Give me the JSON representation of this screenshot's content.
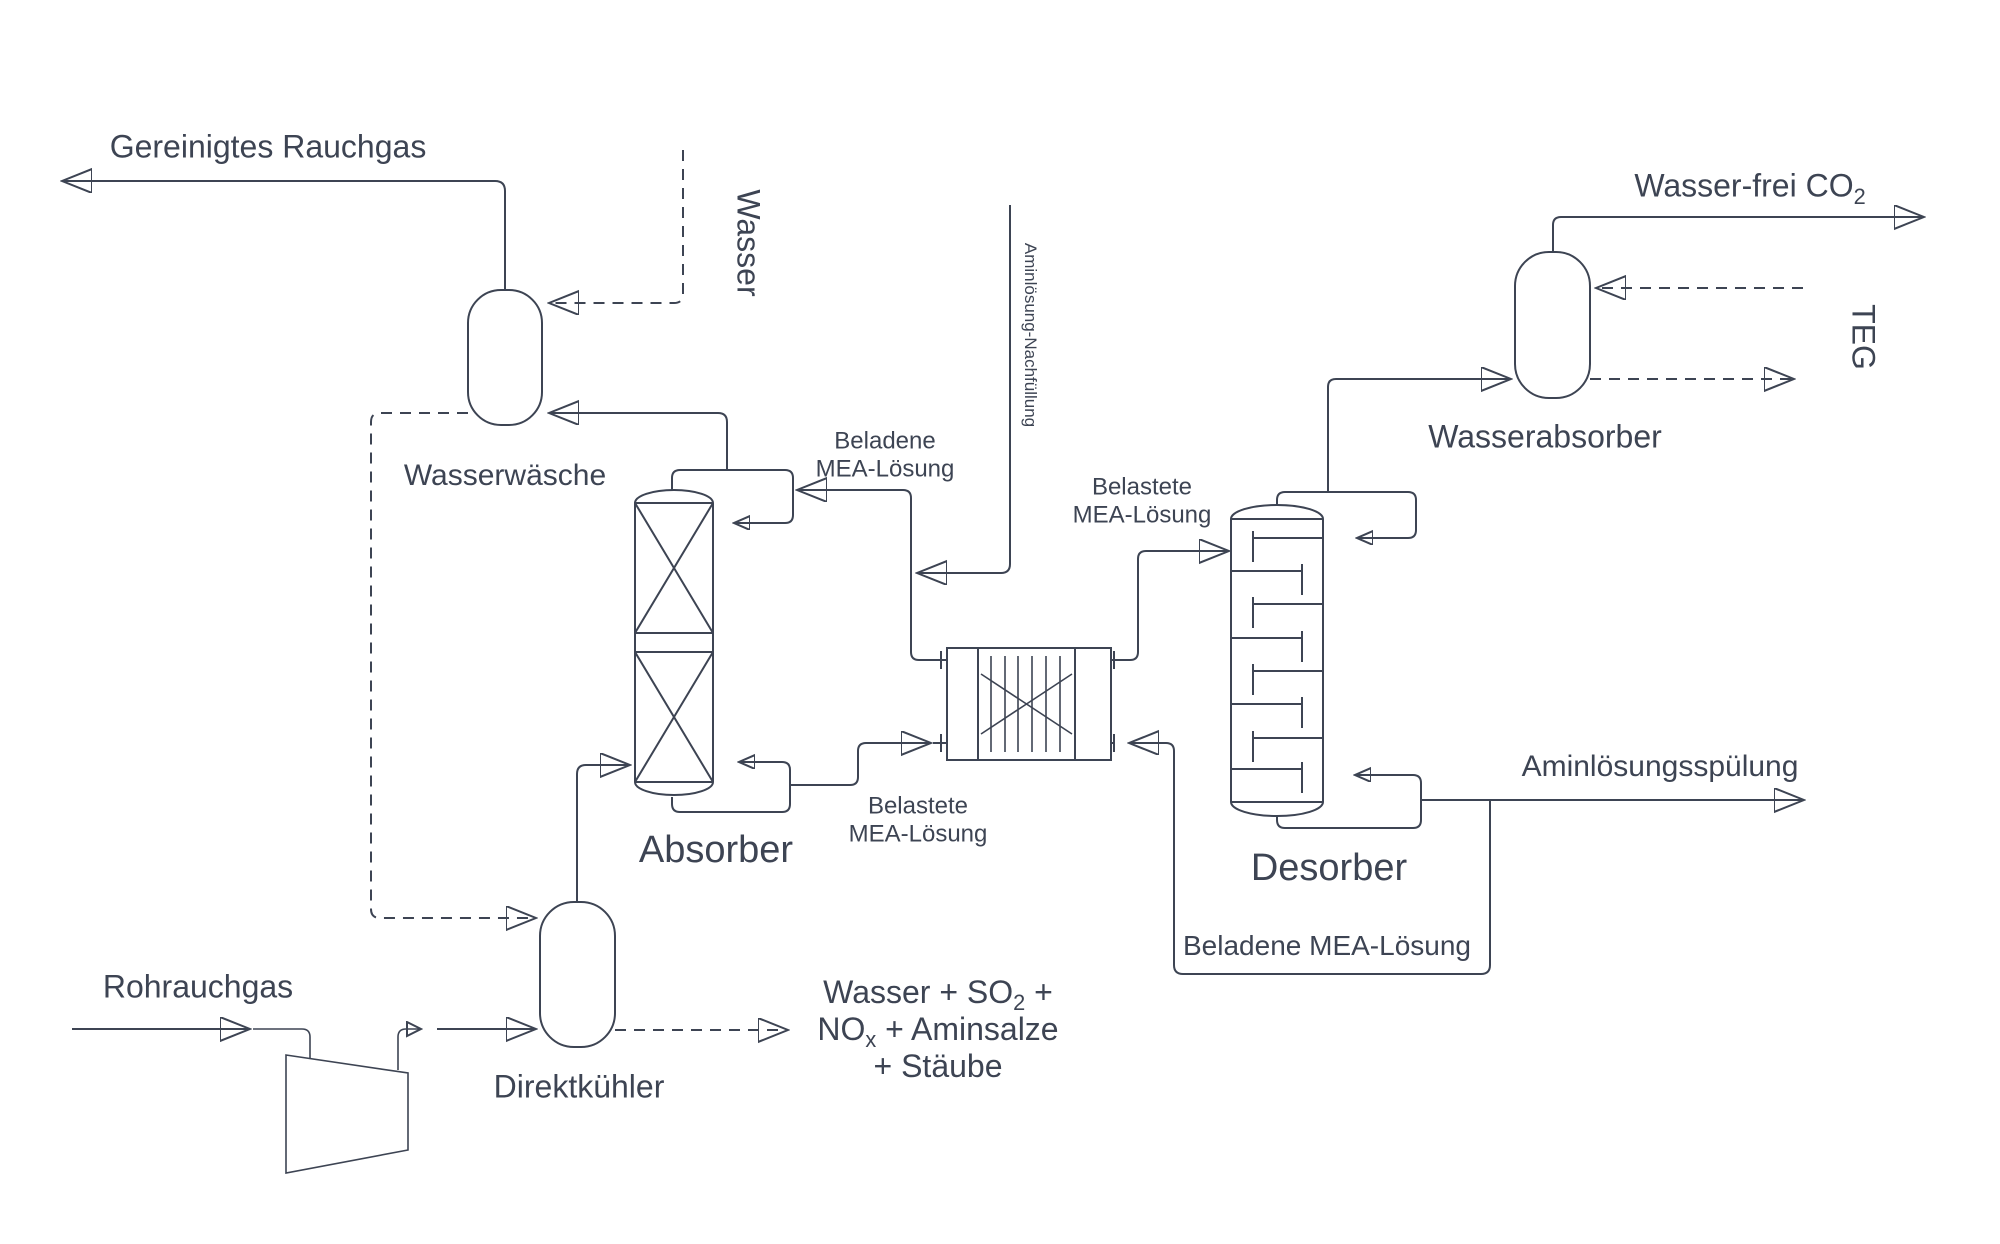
{
  "colors": {
    "ink": "#3d4453",
    "background": "#ffffff"
  },
  "labels": {
    "gereinigtes_rauchgas": "Gereinigtes Rauchgas",
    "wasser": "Wasser",
    "wasserwaesche": "Wasserwäsche",
    "beladene_top": {
      "line1": "Beladene",
      "line2": "MEA-Lösung"
    },
    "aminloesung_nachfuellung": "Aminlösung-Nachfüllung",
    "belastete_top": {
      "line1": "Belastete",
      "line2": "MEA-Lösung"
    },
    "absorber": "Absorber",
    "belastete_bottom": {
      "line1": "Belastete",
      "line2": "MEA-Lösung"
    },
    "desorber": "Desorber",
    "wasserabsorber": "Wasserabsorber",
    "wasser_frei_co2": {
      "pre": "Wasser-frei CO",
      "sub": "2"
    },
    "teg": "TEG",
    "aminloesungsspuelung": "Aminlösungsspülung",
    "beladene_bottom": "Beladene MEA-Lösung",
    "abgas": {
      "line1_pre": "Wasser + SO",
      "line1_sub": "2",
      "line1_post": " +",
      "line2_pre": "NO",
      "line2_sub": "x",
      "line2_post": " + Aminsalze",
      "line3": "+ Stäube"
    },
    "rohrauchgas": "Rohrauchgas",
    "direktkuehler": "Direktkühler"
  }
}
